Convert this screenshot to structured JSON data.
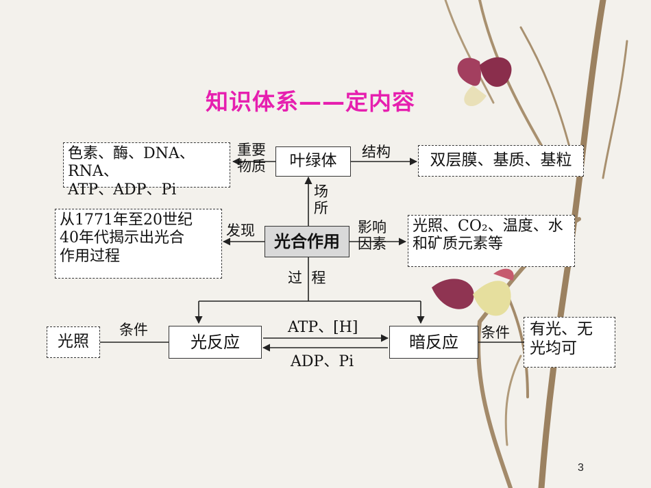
{
  "title": "知识体系——定内容",
  "nodes": {
    "chloroplast": "叶绿体",
    "photosynthesis": "光合作用",
    "light_reaction": "光反应",
    "dark_reaction": "暗反应"
  },
  "boxes": {
    "substances": "色素、酶、DNA、RNA、\nATP、ADP、Pi",
    "structure": "双层膜、基质、基粒",
    "discovery": "从1771年至20世纪\n40年代揭示出光合\n作用过程",
    "factors": "光照、CO₂、温度、水\n和矿质元素等",
    "light_condition": "光照",
    "dark_condition": "有光、无\n光均可"
  },
  "labels": {
    "important_substances": "重要\n物质",
    "structure": "结构",
    "site": "场\n所",
    "discovery": "发现",
    "influencing_factors": "影响\n因素",
    "process": "过  程",
    "condition_left": "条件",
    "condition_right": "条件",
    "to_dark": "ATP、[H]",
    "to_light": "ADP、Pi"
  },
  "page_number": "3"
}
